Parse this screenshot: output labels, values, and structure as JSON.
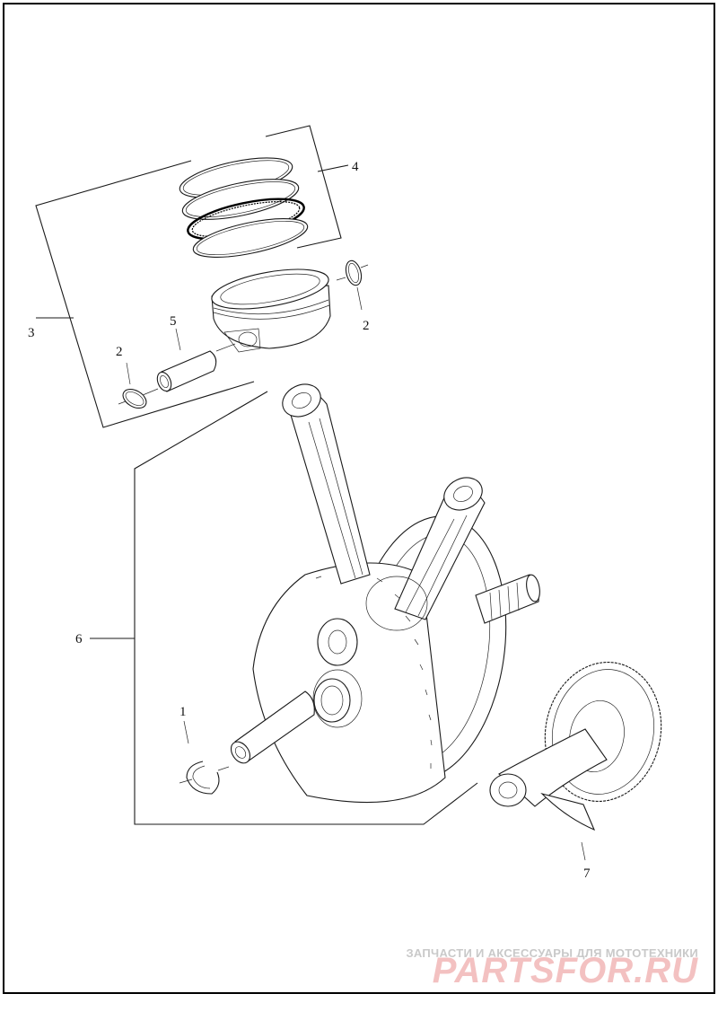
{
  "diagram": {
    "callouts": {
      "c1": "1",
      "c2a": "2",
      "c2b": "2",
      "c3": "3",
      "c4": "4",
      "c5": "5",
      "c6": "6",
      "c7": "7"
    }
  },
  "watermark": {
    "tagline": "ЗАПЧАСТИ И АКСЕССУАРЫ ДЛЯ МОТОТЕХНИКИ",
    "brand": "PARTSFOR.RU",
    "color": "#f3c1c1"
  }
}
